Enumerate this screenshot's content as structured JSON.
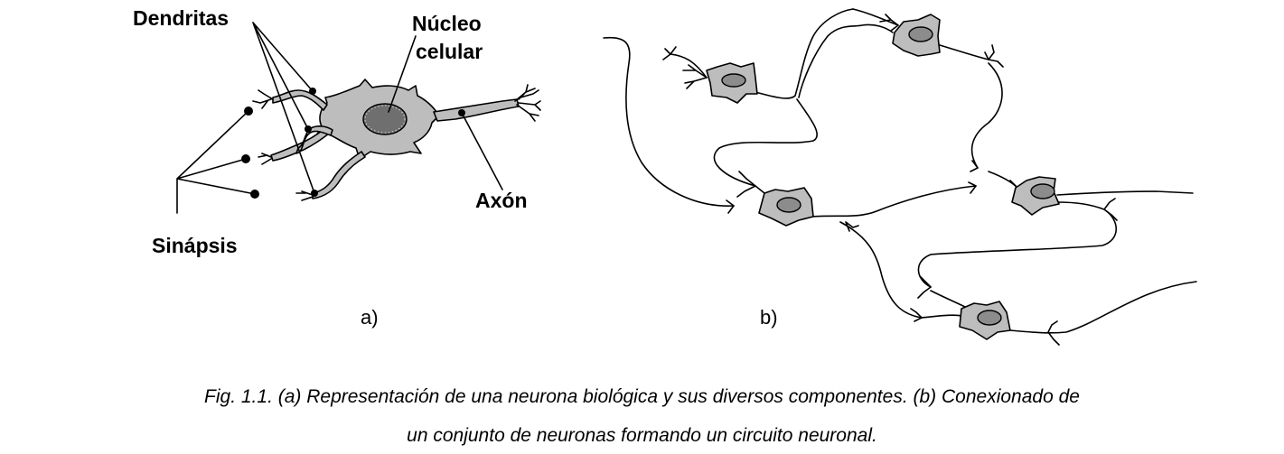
{
  "panel_a": {
    "labels": {
      "dendritas": "Dendritas",
      "nucleo_line1": "Núcleo",
      "nucleo_line2": "celular",
      "axon": "Axón",
      "sinapsis": "Sinápsis"
    },
    "panel_label": "a)"
  },
  "panel_b": {
    "panel_label": "b)"
  },
  "caption": {
    "line1": "Fig. 1.1. (a) Representación de una neurona biológica y sus diversos componentes. (b) Conexionado de",
    "line2": "un conjunto de neuronas formando un circuito neuronal."
  },
  "colors": {
    "soma_fill": "#bdbdbd",
    "nucleus_fill": "#8c8c8c",
    "line": "#000000",
    "background": "#ffffff"
  }
}
